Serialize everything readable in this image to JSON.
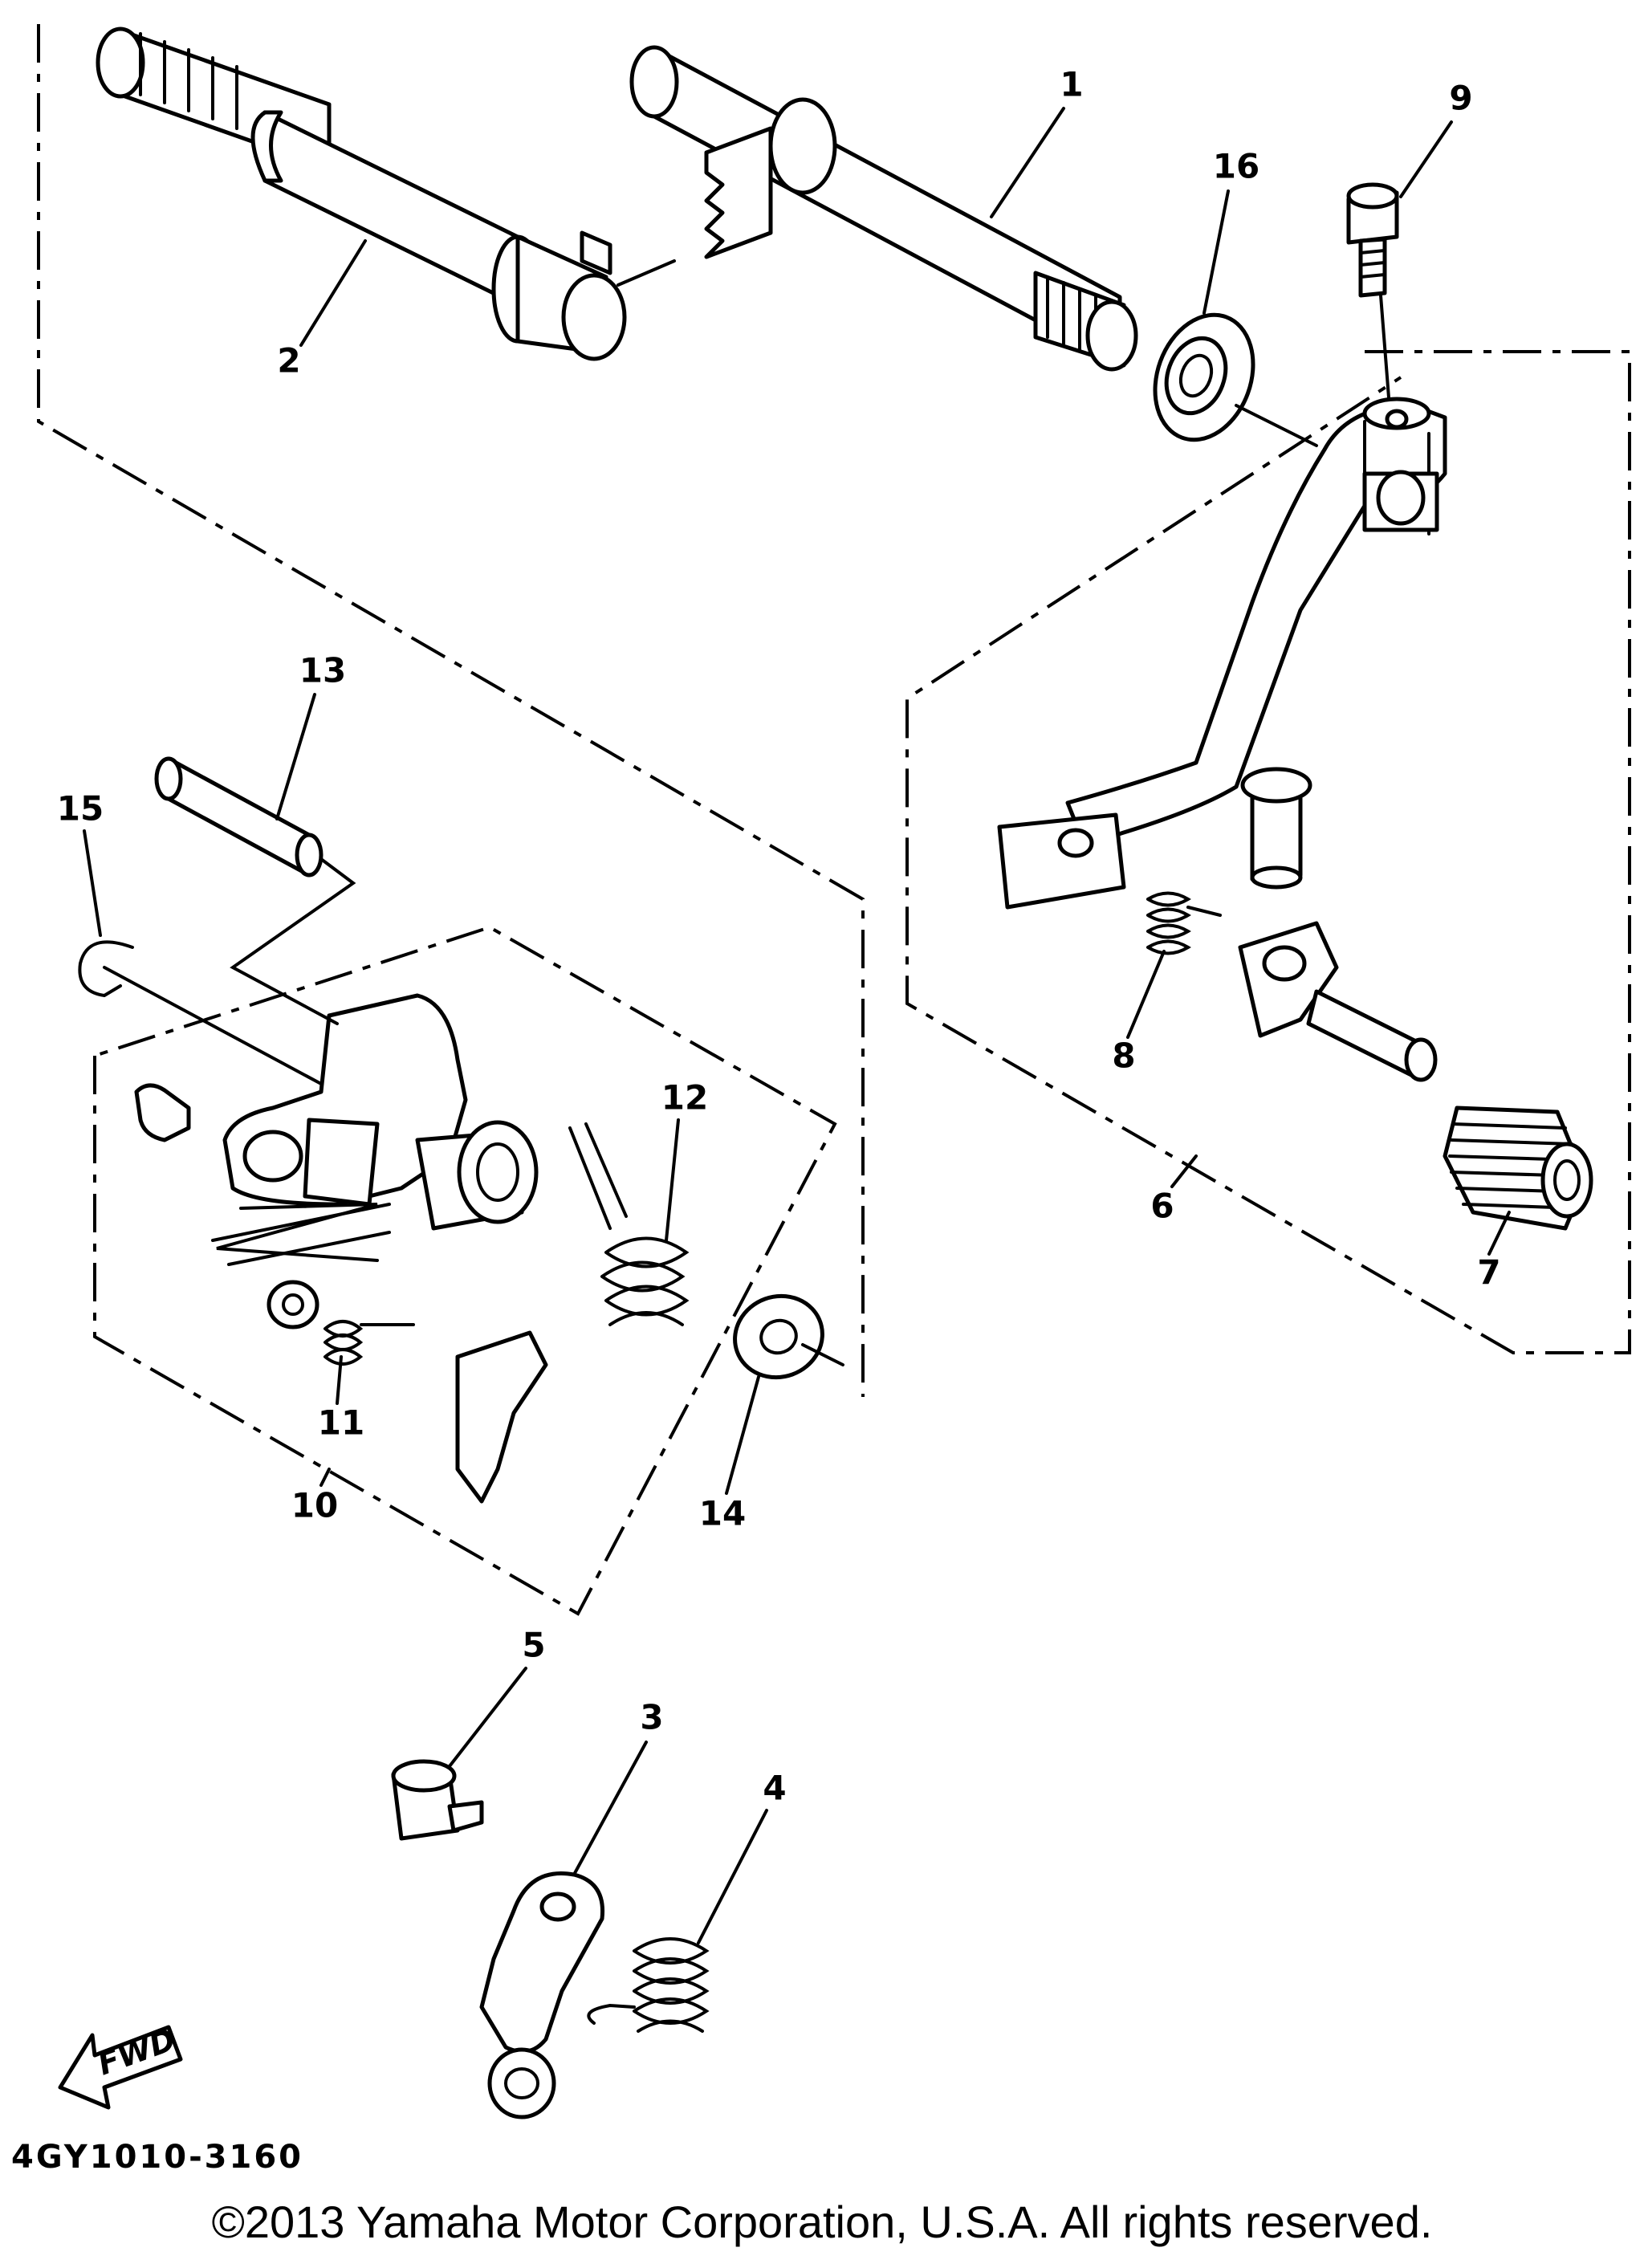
{
  "diagram": {
    "drawing_code": "4GY1010-3160",
    "copyright": "©2013 Yamaha Motor Corporation, U.S.A. All rights reserved.",
    "fwd_label": "FWD",
    "callouts": [
      {
        "id": "1",
        "label": "1"
      },
      {
        "id": "2",
        "label": "2"
      },
      {
        "id": "3",
        "label": "3"
      },
      {
        "id": "4",
        "label": "4"
      },
      {
        "id": "5",
        "label": "5"
      },
      {
        "id": "6",
        "label": "6"
      },
      {
        "id": "7",
        "label": "7"
      },
      {
        "id": "8",
        "label": "8"
      },
      {
        "id": "9",
        "label": "9"
      },
      {
        "id": "10",
        "label": "10"
      },
      {
        "id": "11",
        "label": "11"
      },
      {
        "id": "12",
        "label": "12"
      },
      {
        "id": "13",
        "label": "13"
      },
      {
        "id": "14",
        "label": "14"
      },
      {
        "id": "15",
        "label": "15"
      },
      {
        "id": "16",
        "label": "16"
      }
    ]
  }
}
